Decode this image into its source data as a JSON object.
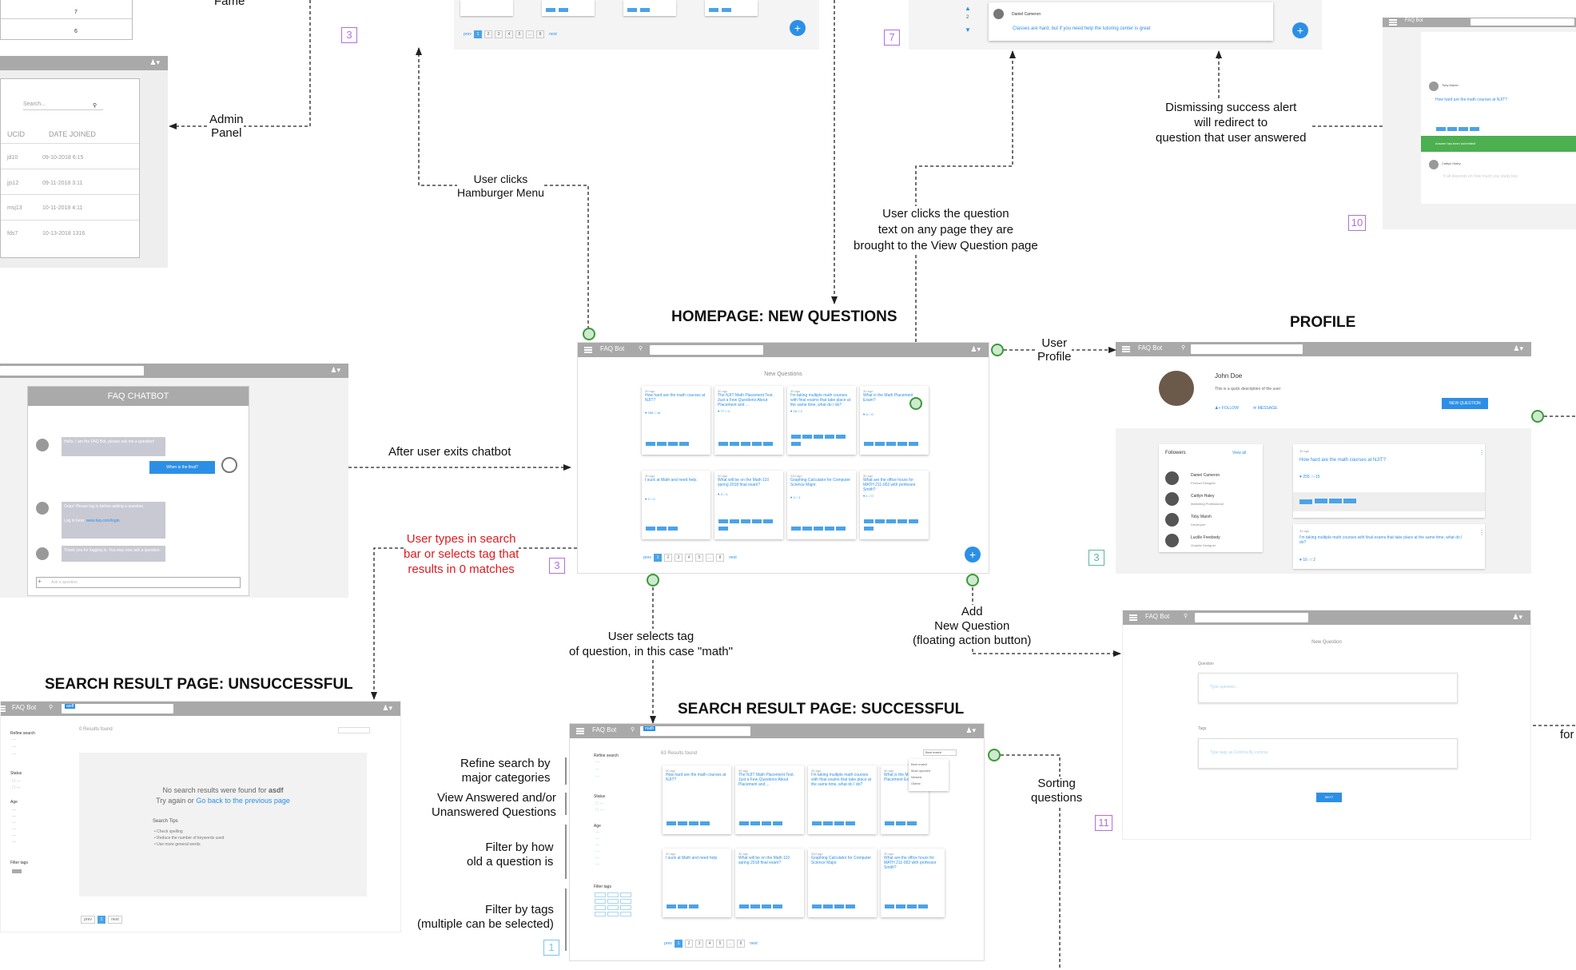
{
  "diagram": {
    "titles": {
      "homepage": "HOMEPAGE: NEW QUESTIONS",
      "profile": "PROFILE",
      "search_unsuccessful": "SEARCH RESULT PAGE: UNSUCCESSFUL",
      "search_successful": "SEARCH RESULT PAGE: SUCCESSFUL"
    },
    "labels": {
      "fame": "Fame",
      "admin_panel": "Admin\nPanel",
      "hamburger": "User clicks\nHamburger Menu",
      "view_question": "User clicks the question\ntext on any page they are\nbrought to the View Question page",
      "dismiss_alert": "Dismissing success alert\nwill redirect to\nquestion that user answered",
      "user_profile": "User\nProfile",
      "exit_chatbot": "After user exits chatbot",
      "zero_matches": "User types in search\nbar or selects tag that\nresults in 0 matches",
      "selects_tag": "User selects tag\nof question, in this case \"math\"",
      "add_question": "Add\nNew Question\n(floating action button)",
      "sorting": "Sorting\nquestions",
      "refine": "Refine search by\nmajor categories",
      "view_answered": "View Answered and/or\nUnanswered Questions",
      "filter_old": "Filter by how\nold a question is",
      "filter_tags": "Filter by tags\n(multiple can be selected)",
      "for_edge": "for"
    },
    "step_numbers": [
      "3",
      "3",
      "7",
      "10",
      "3",
      "3",
      "11",
      "1"
    ]
  },
  "screens": {
    "top_table": {
      "rows": [
        "7",
        "6"
      ]
    },
    "admin": {
      "search_placeholder": "Search...",
      "col1": "UCID",
      "col2": "DATE JOINED",
      "rows": [
        {
          "id": "jd10",
          "date": "09-10-2018 6:15"
        },
        {
          "id": "jjs12",
          "date": "09-11-2018 3:11"
        },
        {
          "id": "msj13",
          "date": "10-11-2018 4:11"
        },
        {
          "id": "fds7",
          "date": "10-13-2018 1316"
        }
      ]
    },
    "top_question_list": {
      "pagination": [
        "prev",
        "1",
        "2",
        "3",
        "4",
        "5",
        "...",
        "8",
        "next"
      ],
      "fab": "+"
    },
    "answer": {
      "votes": "2",
      "author": "Daniel Cameron",
      "text": "Classes are hard, but if you need help the tutoring center is great",
      "fab": "+"
    },
    "success": {
      "q_author1": "Toby Marsh",
      "q_text": "How hard are the math courses at NJIT?",
      "alert": "Answer has been submitted!",
      "author2": "Caitlyn Haley",
      "answer_text": "It all depends on how much you study bec"
    },
    "chatbot": {
      "title": "FAQ CHATBOT",
      "bot1": "Hello, I am the FAQ Bot, please ask me a question!",
      "user1": "When is the final?",
      "bot2": "Oops! Please log in before asking a question.",
      "bot2_link_pre": "Log in here:",
      "bot2_link": "www.faq.com/login",
      "bot3": "Thank you for logging in. You may now ask a question.",
      "input_placeholder": "Ask a question"
    },
    "homepage": {
      "brand": "FAQ Bot",
      "heading": "New Questions",
      "questions": [
        {
          "ago": "30 ago",
          "text": "How hard are the math courses at NJIT?",
          "likes": "255",
          "comments": "15"
        },
        {
          "ago": "30 ago",
          "text": "The NJIT Math Placement Test. Just a Few Questions About Placement and ...",
          "likes": "77",
          "comments": "4"
        },
        {
          "ago": "30 ago",
          "text": "I'm taking multiple math courses with final exams that take place at the same time, what do I do?",
          "likes": "16",
          "comments": "2"
        },
        {
          "ago": "30 ago",
          "text": "What is the Math Placement Exam?",
          "likes": "4",
          "comments": "0"
        },
        {
          "ago": "30 ago",
          "text": "I suck at Math and need help.",
          "likes": "2",
          "comments": "0"
        },
        {
          "ago": "30 ago",
          "text": "What will be on the Math 110 spring 2018 final exam?",
          "likes": "3",
          "comments": "1"
        },
        {
          "ago": "33d ago",
          "text": "Graphing Calculator for Computer Science Major.",
          "likes": "2",
          "comments": "1"
        },
        {
          "ago": "30 ago",
          "text": "What are the office hours for MATH 211-002 with professor Smith?",
          "likes": "1",
          "comments": "0"
        }
      ],
      "pagination": [
        "prev",
        "1",
        "2",
        "3",
        "4",
        "5",
        "...",
        "8",
        "next"
      ],
      "fab": "+"
    },
    "profile": {
      "brand": "FAQ Bot",
      "name": "John Doe",
      "description": "This is a quick description of the user",
      "follow": "FOLLOW",
      "message": "MESSAGE",
      "new_question": "NEW QUESTION",
      "followers_title": "Followers",
      "view_all": "View all",
      "followers": [
        {
          "name": "Daniel Cameron",
          "role": "Product Designer"
        },
        {
          "name": "Caitlyn Haley",
          "role": "Marketing Professional"
        },
        {
          "name": "Toby Marsh",
          "role": "Developer"
        },
        {
          "name": "Lucille Freebody",
          "role": "Graphic Designer"
        }
      ],
      "q1": {
        "ago": "30 ago",
        "text": "How hard are the math courses at NJIT?",
        "likes": "255",
        "comments": "15"
      },
      "q2": {
        "ago": "30 ago",
        "text": "I'm taking multiple math courses with final exams that take place at the same time, what do I do?",
        "likes": "16",
        "comments": "2"
      }
    },
    "new_question": {
      "brand": "FAQ Bot",
      "heading": "New Question",
      "q_label": "Question",
      "q_placeholder": "Type question...",
      "tags_label": "Tags",
      "tags_placeholder": "Type tags as Comma By comma",
      "next": "NEXT"
    },
    "unsuccessful": {
      "brand": "FAQ Bot",
      "search": "asdf",
      "results": "0 Results found",
      "refine": "Refine search",
      "status": "Status",
      "age": "Age",
      "filter_tags": "Filter tags",
      "not_found_pre": "No search results were found for",
      "not_found_term": "asdf",
      "try_again": "Try again or",
      "go_back": "Go back to the previous page",
      "tips_title": "Search Tips",
      "tips": [
        "Check spelling",
        "Reduce the number of keywords used",
        "Use more general words"
      ],
      "pagination": [
        "prev",
        "1",
        "next"
      ]
    },
    "successful": {
      "brand": "FAQ Bot",
      "search": "math",
      "results": "63 Results found",
      "sort": "Best match",
      "sort_options": [
        "Best match",
        "Most upvoted",
        "Newest",
        "Oldest"
      ],
      "refine": "Refine search",
      "status": "Status",
      "age": "Age",
      "filter_tags": "Filter tags",
      "pagination": [
        "prev",
        "1",
        "2",
        "3",
        "4",
        "5",
        "...",
        "8",
        "next"
      ]
    }
  }
}
